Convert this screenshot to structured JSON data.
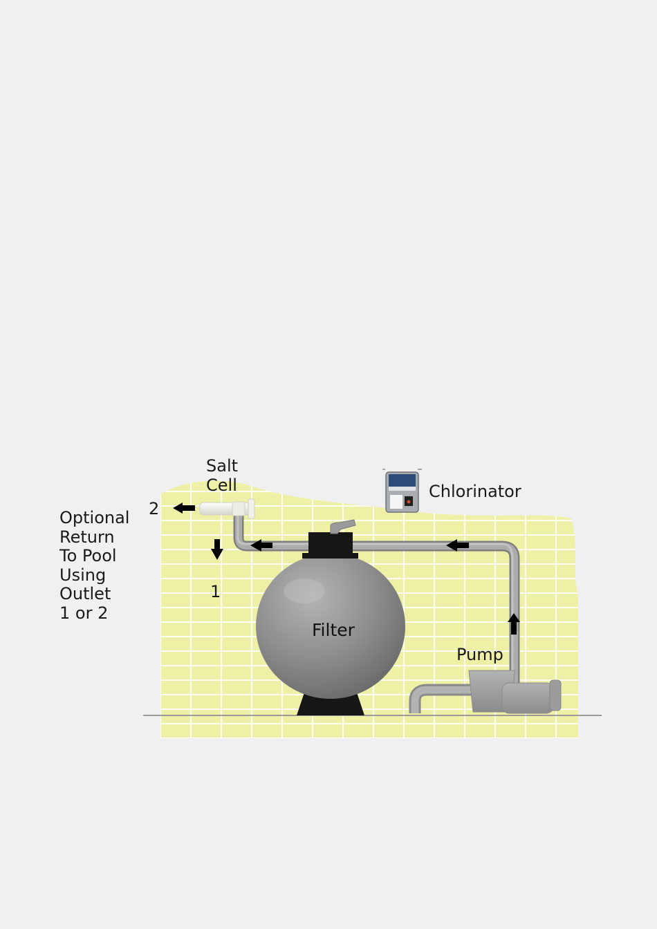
{
  "labels": {
    "salt_cell_line1": "Salt",
    "salt_cell_line2": "Cell",
    "chlorinator": "Chlorinator",
    "filter": "Filter",
    "pump": "Pump",
    "outlet_2": "2",
    "outlet_1": "1",
    "optional_return": [
      "Optional",
      "Return",
      "To Pool",
      "Using",
      "Outlet",
      "1 or 2"
    ]
  },
  "colors": {
    "background": "#f1f0f1",
    "wall": "#eef0a6",
    "grid": "#ffffff",
    "pipe": "#a7a7a7",
    "filter_tank": "#8d8d8d",
    "base": "#161616",
    "arrow": "#000000"
  }
}
